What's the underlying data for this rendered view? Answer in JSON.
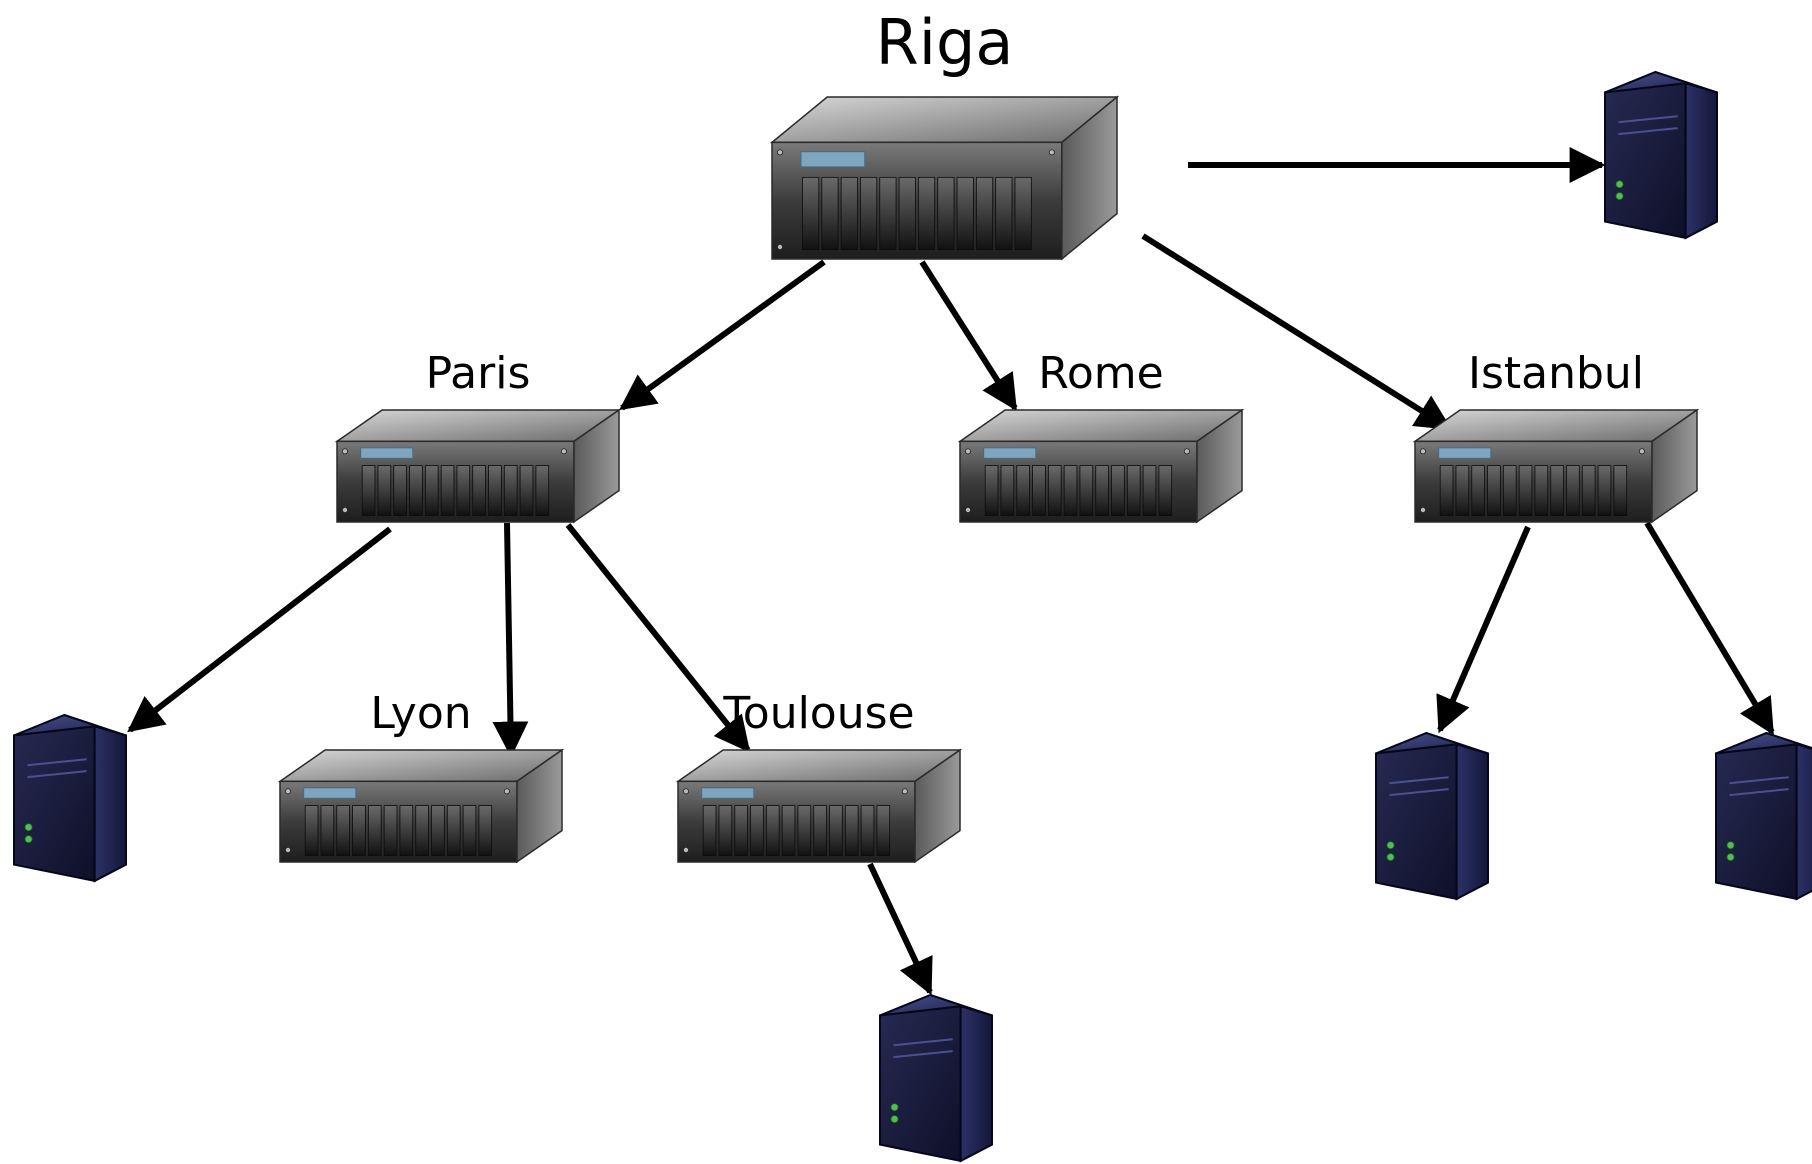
{
  "diagram": {
    "type": "network-hierarchy",
    "nodes": [
      {
        "id": "riga",
        "label": "Riga",
        "kind": "rack-server"
      },
      {
        "id": "paris",
        "label": "Paris",
        "kind": "rack-server"
      },
      {
        "id": "rome",
        "label": "Rome",
        "kind": "rack-server"
      },
      {
        "id": "istanbul",
        "label": "Istanbul",
        "kind": "rack-server"
      },
      {
        "id": "lyon",
        "label": "Lyon",
        "kind": "rack-server"
      },
      {
        "id": "toulouse",
        "label": "Toulouse",
        "kind": "rack-server"
      },
      {
        "id": "client-riga",
        "label": "",
        "kind": "tower-server"
      },
      {
        "id": "client-paris",
        "label": "",
        "kind": "tower-server"
      },
      {
        "id": "client-toulouse",
        "label": "",
        "kind": "tower-server"
      },
      {
        "id": "client-istanbul-1",
        "label": "",
        "kind": "tower-server"
      },
      {
        "id": "client-istanbul-2",
        "label": "",
        "kind": "tower-server"
      }
    ],
    "edges": [
      {
        "from": "riga",
        "to": "client-riga"
      },
      {
        "from": "riga",
        "to": "paris"
      },
      {
        "from": "riga",
        "to": "rome"
      },
      {
        "from": "riga",
        "to": "istanbul"
      },
      {
        "from": "paris",
        "to": "client-paris"
      },
      {
        "from": "paris",
        "to": "lyon"
      },
      {
        "from": "paris",
        "to": "toulouse"
      },
      {
        "from": "toulouse",
        "to": "client-toulouse"
      },
      {
        "from": "istanbul",
        "to": "client-istanbul-1"
      },
      {
        "from": "istanbul",
        "to": "client-istanbul-2"
      }
    ],
    "colors": {
      "background": "#ffffff",
      "edge": "#000000",
      "rack_dark": "#3a3a3a",
      "rack_light": "#9a9a9a",
      "rack_display": "#7fa6c0",
      "tower_body": "#1b1d3d",
      "tower_light": "#3a3f78",
      "tower_led": "#4fbf4f"
    },
    "icons": {
      "rack-server": "rack-server-icon",
      "tower-server": "tower-server-icon"
    }
  }
}
